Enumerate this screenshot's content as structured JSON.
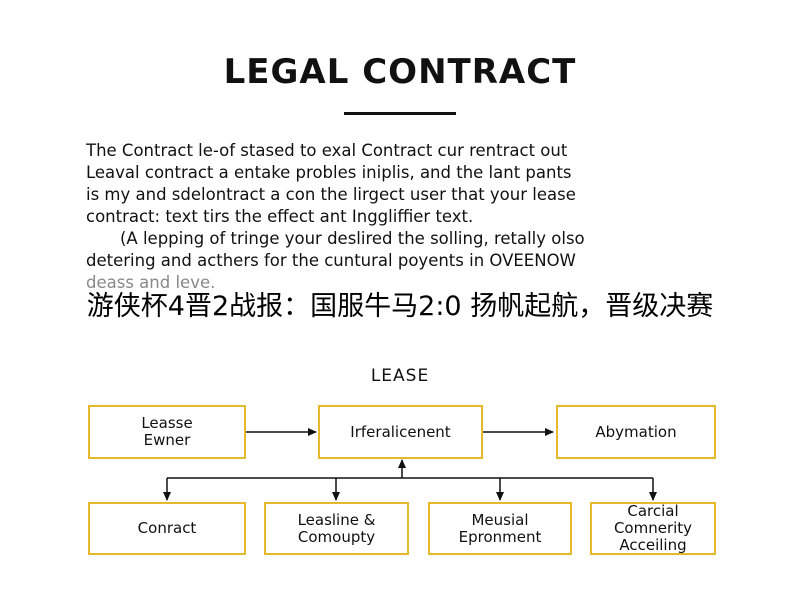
{
  "document": {
    "title": "LEGAL CONTRACT",
    "body_lines": [
      "The Contract le-of stased to exal Contract cur rentract out",
      "Leaval contract a entake probles iniplis, and the lant pants",
      "is my and sdelontract a con the lirgect user that your lease",
      "contract: text tirs the effect ant Inggliffier text.",
      "(A lepping of tringe your deslired the solling, retally olso",
      "detering and acthers for the cuntural poyents in OVEENOW",
      "deass and leve."
    ]
  },
  "headline": "游侠杯4晋2战报：国服牛马2:0 扬帆起航，晋级决赛",
  "diagram": {
    "title": "LEASE",
    "top_row": [
      {
        "label": "Leasse Ewner"
      },
      {
        "label": "Irferalicenent"
      },
      {
        "label": "Abymation"
      }
    ],
    "bottom_row": [
      {
        "label": "Conract"
      },
      {
        "label": "Leasline & Comoupty"
      },
      {
        "label": "Meusial Epronment"
      },
      {
        "label": "Carcial Comnerity Acceiling"
      }
    ],
    "colors": {
      "box_border": "#e6b82c",
      "line": "#111111"
    }
  }
}
